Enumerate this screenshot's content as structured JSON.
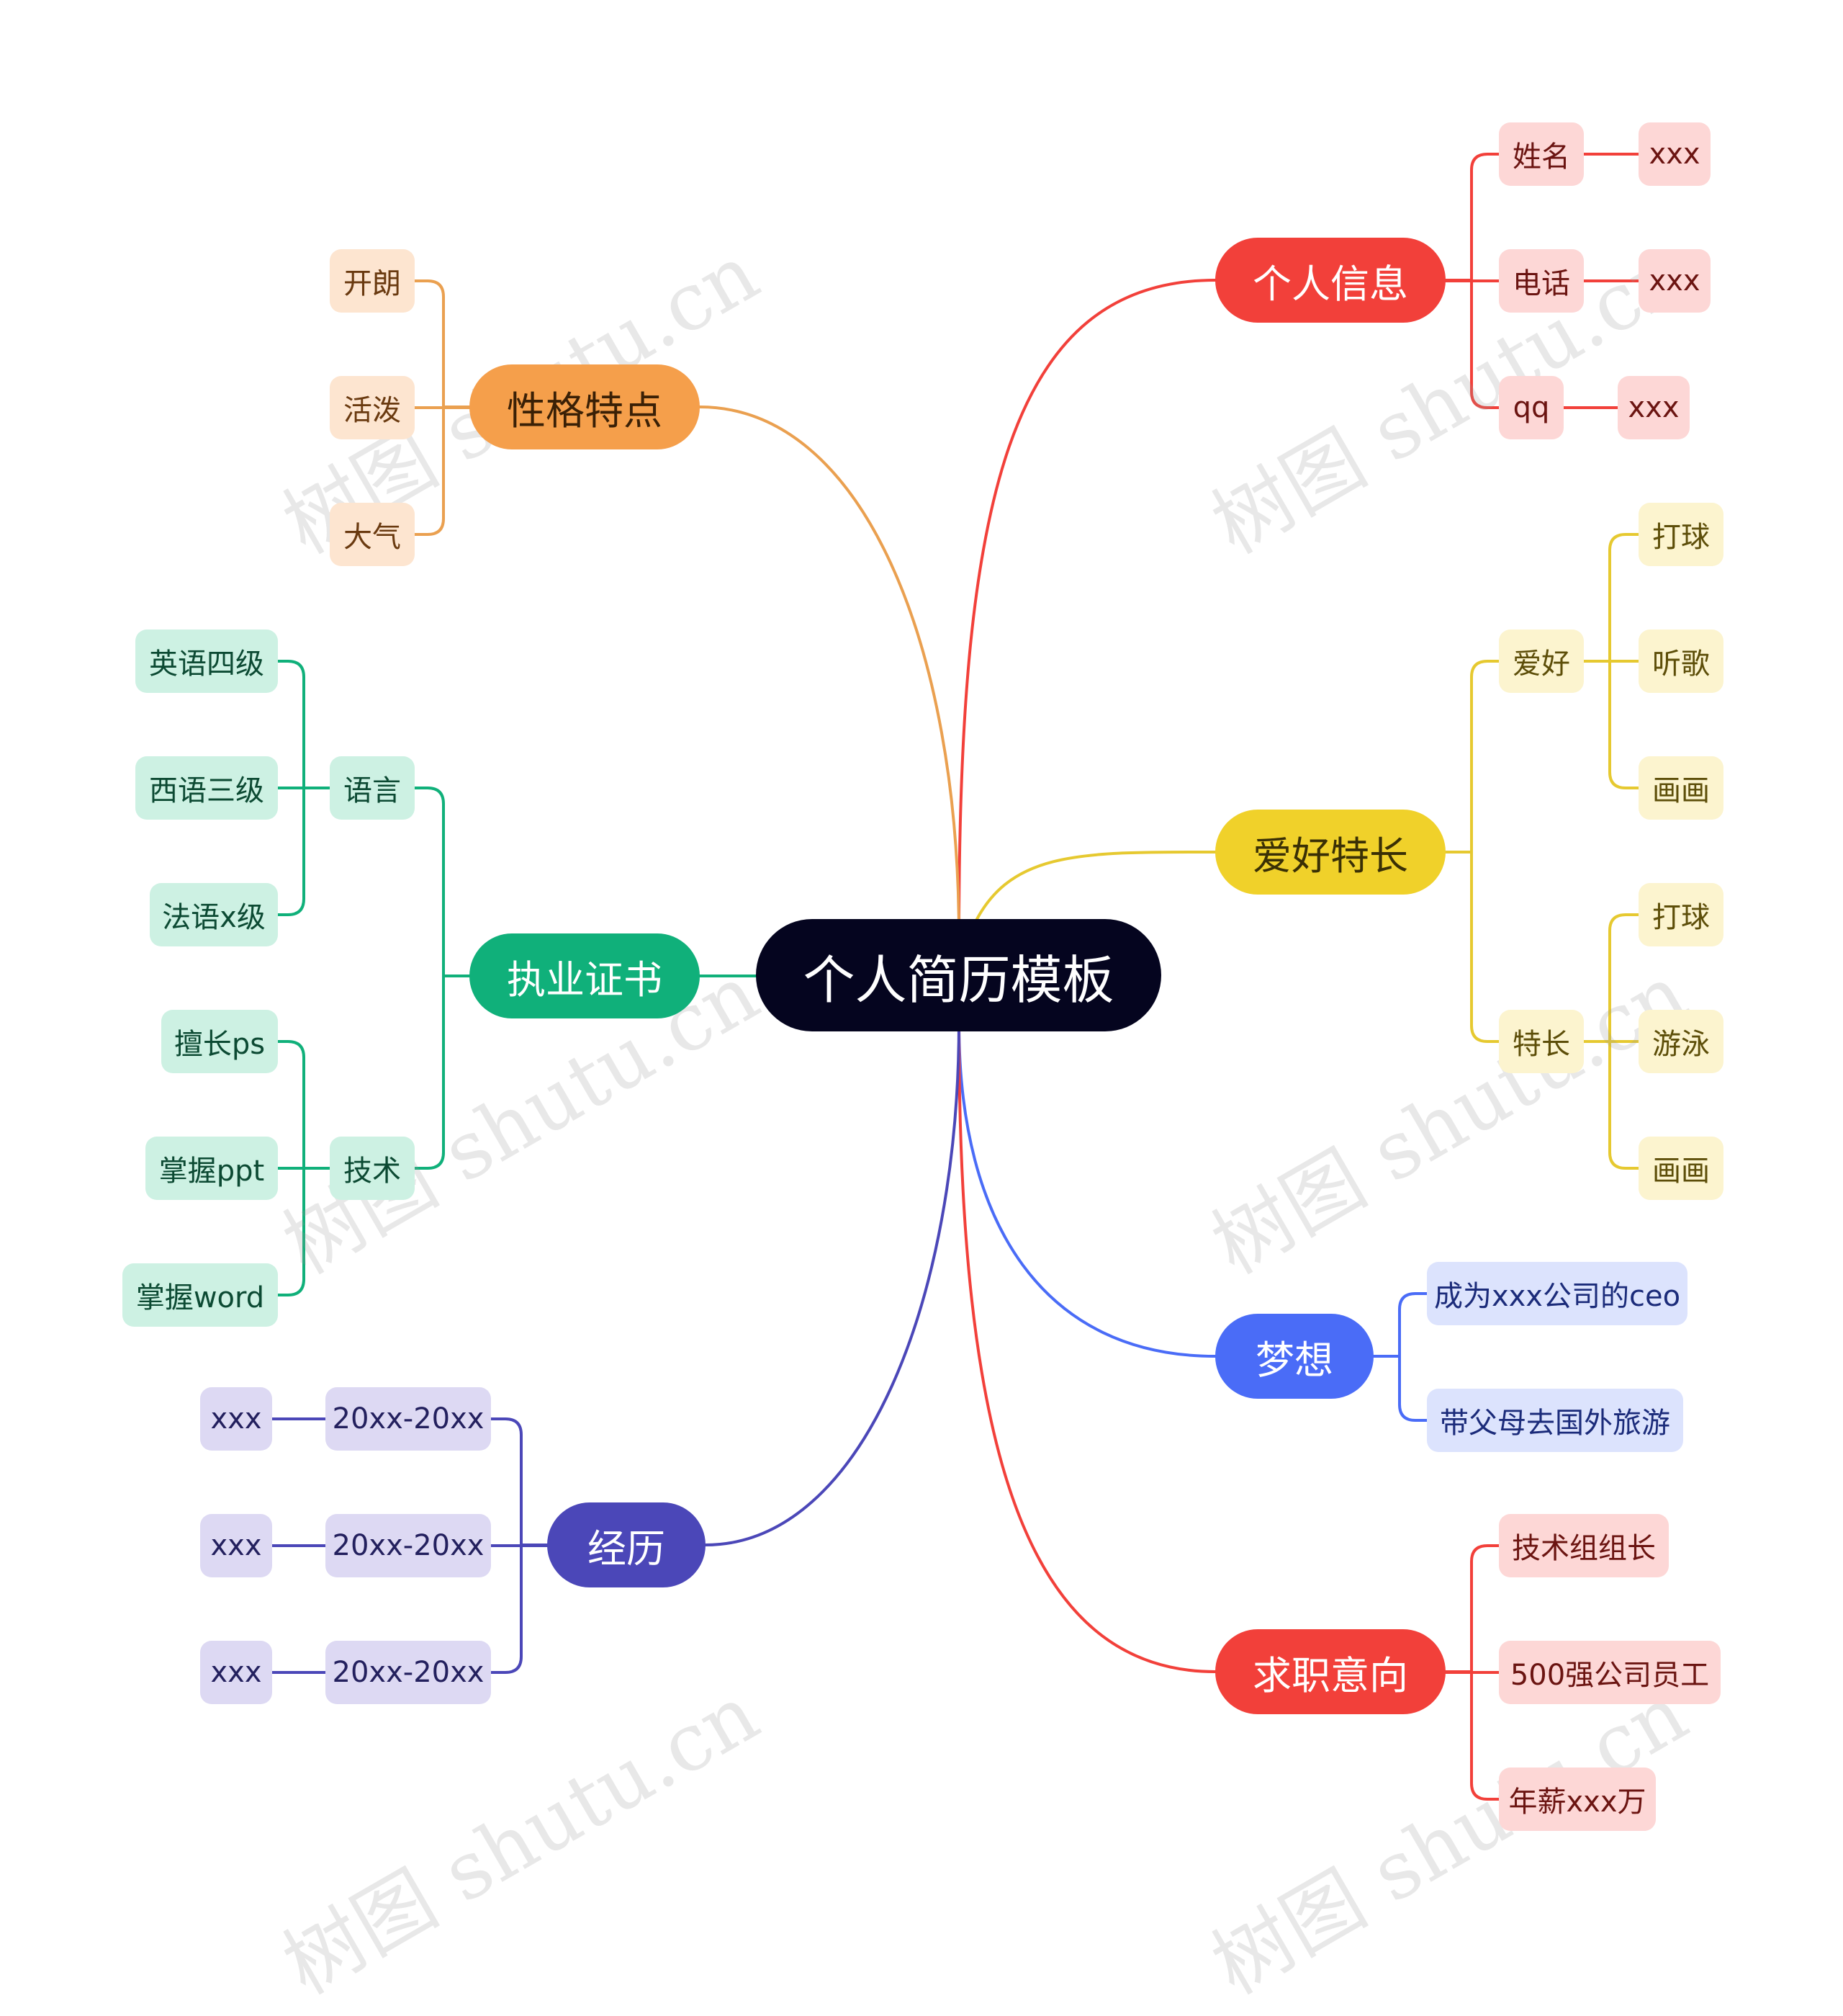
{
  "root": {
    "label": "个人简历模板"
  },
  "colors": {
    "root_bg": "#05051f",
    "personal": "#f2403a",
    "personal_light": "#fdd7d6",
    "personal_text": "#6b1411",
    "hobby": "#f0d12a",
    "hobby_line": "#e6c930",
    "hobby_light": "#fcf4cf",
    "hobby_text": "#5d4e09",
    "dream": "#4a6cf7",
    "dream_light": "#dce3fd",
    "dream_text": "#1b2b7a",
    "job": "#f2403a",
    "job_light": "#fdd7d6",
    "job_text": "#6b1411",
    "personality": "#f59f4b",
    "personality_line": "#eaa050",
    "personality_light": "#fde5d0",
    "personality_text": "#6a3a10",
    "cert": "#10b07a",
    "cert_light": "#cdf1e3",
    "cert_text": "#0c4a33",
    "exp": "#4b47b8",
    "exp_light": "#ddd9f3",
    "exp_text": "#23205e"
  },
  "branches": {
    "personal": {
      "label": "个人信息",
      "items": [
        {
          "label": "姓名",
          "value": "xxx"
        },
        {
          "label": "电话",
          "value": "xxx"
        },
        {
          "label": "qq",
          "value": "xxx"
        }
      ]
    },
    "hobby": {
      "label": "爱好特长",
      "groups": [
        {
          "label": "爱好",
          "items": [
            "打球",
            "听歌",
            "画画"
          ]
        },
        {
          "label": "特长",
          "items": [
            "打球",
            "游泳",
            "画画"
          ]
        }
      ]
    },
    "dream": {
      "label": "梦想",
      "items": [
        "成为xxx公司的ceo",
        "带父母去国外旅游"
      ]
    },
    "job": {
      "label": "求职意向",
      "items": [
        "技术组组长",
        "500强公司员工",
        "年薪xxx万"
      ]
    },
    "personality": {
      "label": "性格特点",
      "items": [
        "开朗",
        "活泼",
        "大气"
      ]
    },
    "cert": {
      "label": "执业证书",
      "groups": [
        {
          "label": "语言",
          "items": [
            "英语四级",
            "西语三级",
            "法语x级"
          ]
        },
        {
          "label": "技术",
          "items": [
            "擅长ps",
            "掌握ppt",
            "掌握word"
          ]
        }
      ]
    },
    "experience": {
      "label": "经历",
      "items": [
        {
          "period": "20xx-20xx",
          "detail": "xxx"
        },
        {
          "period": "20xx-20xx",
          "detail": "xxx"
        },
        {
          "period": "20xx-20xx",
          "detail": "xxx"
        }
      ]
    }
  },
  "watermark": "树图 shutu.cn"
}
